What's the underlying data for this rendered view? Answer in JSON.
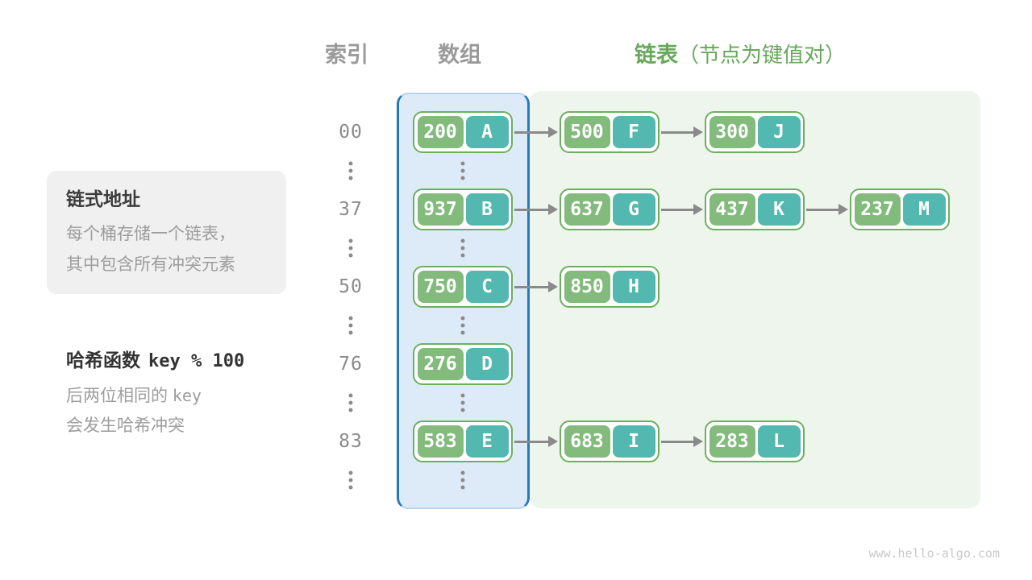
{
  "headers": {
    "index": "索引",
    "array": "数组",
    "list": "链表",
    "list_note": "（节点为键值对）"
  },
  "callout": {
    "title": "链式地址",
    "lines": [
      "每个桶存储一个链表，",
      "其中包含所有冲突元素"
    ]
  },
  "hash_note": {
    "label": "哈希函数",
    "code": "key % 100",
    "line1_text": "后两位相同的",
    "line1_code": "key",
    "line2_text": "会发生哈希冲突"
  },
  "rows": [
    {
      "index": "00",
      "bucket": {
        "key": "200",
        "value": "A"
      },
      "chain": [
        {
          "key": "500",
          "value": "F"
        },
        {
          "key": "300",
          "value": "J"
        }
      ]
    },
    {
      "index": "37",
      "bucket": {
        "key": "937",
        "value": "B"
      },
      "chain": [
        {
          "key": "637",
          "value": "G"
        },
        {
          "key": "437",
          "value": "K"
        },
        {
          "key": "237",
          "value": "M"
        }
      ]
    },
    {
      "index": "50",
      "bucket": {
        "key": "750",
        "value": "C"
      },
      "chain": [
        {
          "key": "850",
          "value": "H"
        }
      ]
    },
    {
      "index": "76",
      "bucket": {
        "key": "276",
        "value": "D"
      },
      "chain": []
    },
    {
      "index": "83",
      "bucket": {
        "key": "583",
        "value": "E"
      },
      "chain": [
        {
          "key": "683",
          "value": "I"
        },
        {
          "key": "283",
          "value": "L"
        }
      ]
    }
  ],
  "ellipsis": "⋮",
  "watermark": "www.hello-algo.com",
  "colors": {
    "key_green": "#82bb7c",
    "value_teal": "#53b8af",
    "node_border": "#6cb05f",
    "array_border": "#2579bc",
    "array_fill": "#ddebf8",
    "list_fill": "#eef5ec",
    "header_green": "#67a85a",
    "header_gray": "#9a9a9a",
    "arrow_gray": "#8a8a8a",
    "callout_bg": "#f0f0f0"
  }
}
